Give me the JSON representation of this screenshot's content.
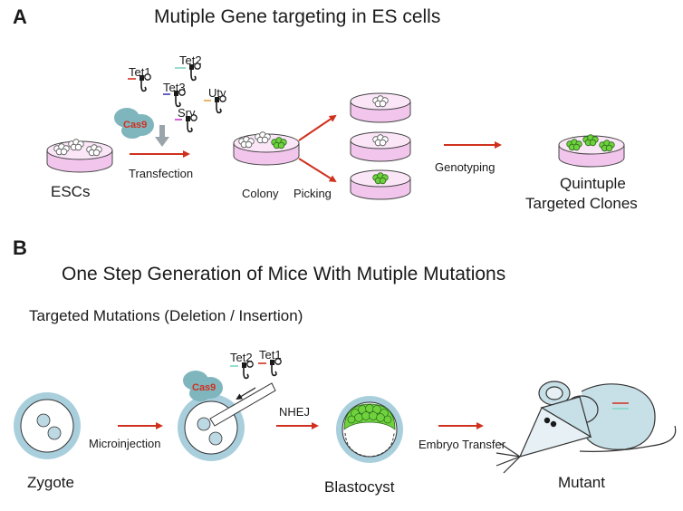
{
  "panel_a": {
    "letter": "A",
    "title": "Mutiple Gene targeting in ES cells",
    "guides": [
      "Tet1",
      "Tet2",
      "Tet3",
      "Uty",
      "Sry"
    ],
    "cas9": "Cas9",
    "labels": {
      "escs": "ESCs",
      "transfection": "Transfection",
      "colony": "Colony",
      "picking": "Picking",
      "genotyping": "Genotyping",
      "clones_line1": "Quintuple",
      "clones_line2": "Targeted Clones"
    }
  },
  "panel_b": {
    "letter": "B",
    "title": "One Step Generation of Mice With Mutiple Mutations",
    "subtitle": "Targeted Mutations (Deletion / Insertion)",
    "guides": [
      "Tet2",
      "Tet1"
    ],
    "cas9": "Cas9",
    "labels": {
      "microinjection": "Microinjection",
      "nhej": "NHEJ",
      "embryo_transfer": "Embryo Transfer",
      "zygote": "Zygote",
      "blastocyst": "Blastocyst",
      "mutant": "Mutant"
    }
  },
  "colors": {
    "arrow": "#d0311f",
    "dish_fill": "#f2c6ec",
    "dish_rim": "#fbe6f8",
    "cas9": "#7fb5bd",
    "cas9_text": "#d0311f",
    "targeted_cell": "#6fd23d",
    "egg_zone": "#a9cfdd",
    "gray_arrow": "#9aa4ab"
  }
}
